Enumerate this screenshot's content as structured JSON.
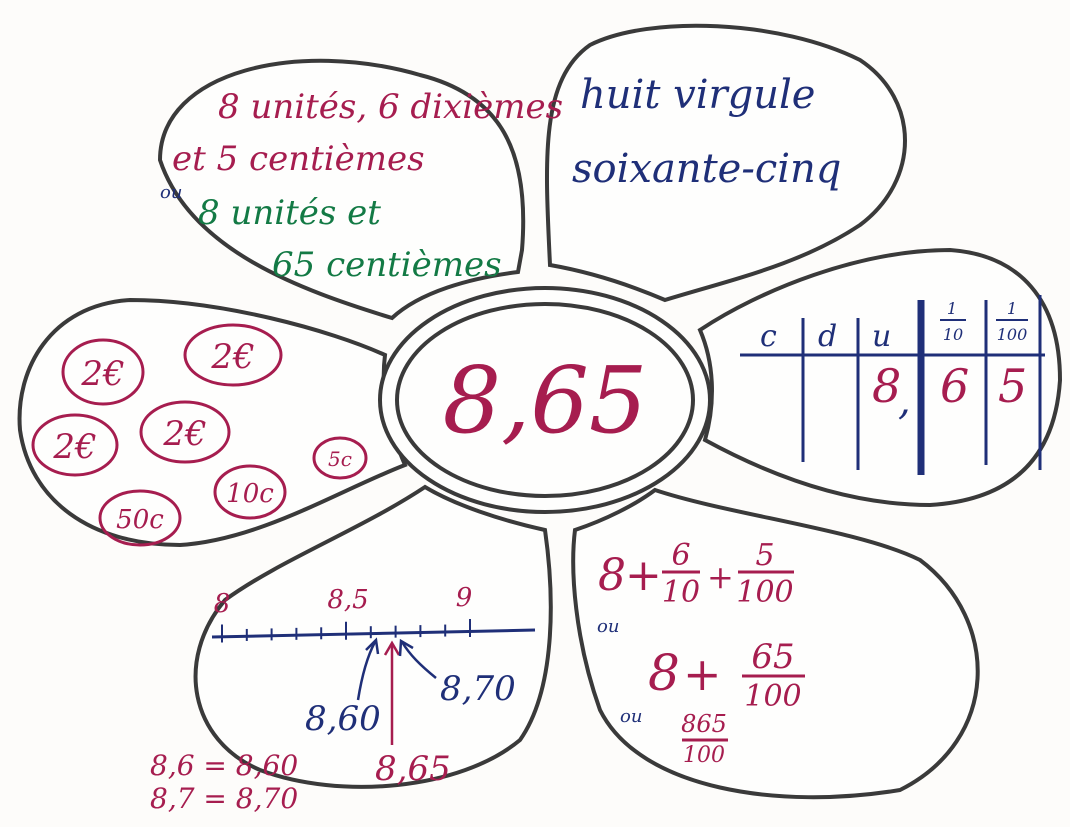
{
  "colors": {
    "crimson": "#a61d4f",
    "green": "#137a45",
    "blue": "#1f2f78",
    "ink": "#3a3a3a"
  },
  "center": {
    "number": "8,65"
  },
  "petal_words_units": {
    "line1": "8 unités, 6 dixièmes",
    "line2": "et 5 centièmes",
    "or": "ou",
    "line3": "8 unités et",
    "line4": "65 centièmes"
  },
  "petal_words_written": {
    "line1": "huit virgule",
    "line2": "soixante-cinq"
  },
  "petal_table": {
    "headers": [
      "c",
      "d",
      "u"
    ],
    "frac_headers": [
      {
        "num": "1",
        "den": "10"
      },
      {
        "num": "1",
        "den": "100"
      }
    ],
    "digits": [
      "8",
      "6",
      "5"
    ],
    "comma": ","
  },
  "petal_fractions": {
    "expr1": {
      "whole": "8",
      "plus": "+",
      "f1_num": "6",
      "f1_den": "10",
      "plus2": "+",
      "f2_num": "5",
      "f2_den": "100"
    },
    "or1": "ou",
    "expr2": {
      "whole": "8",
      "plus": "+",
      "f_num": "65",
      "f_den": "100"
    },
    "or2": "ou",
    "expr3": {
      "num": "865",
      "den": "100"
    }
  },
  "petal_number_line": {
    "tick_labels": [
      "8",
      "8,5",
      "9"
    ],
    "label_860": "8,60",
    "label_870": "8,70",
    "label_865": "8,65",
    "eq1": "8,6 = 8,60",
    "eq2": "8,7 = 8,70"
  },
  "petal_money": {
    "coins": [
      "2€",
      "2€",
      "2€",
      "2€",
      "5c",
      "50c",
      "10c"
    ]
  }
}
